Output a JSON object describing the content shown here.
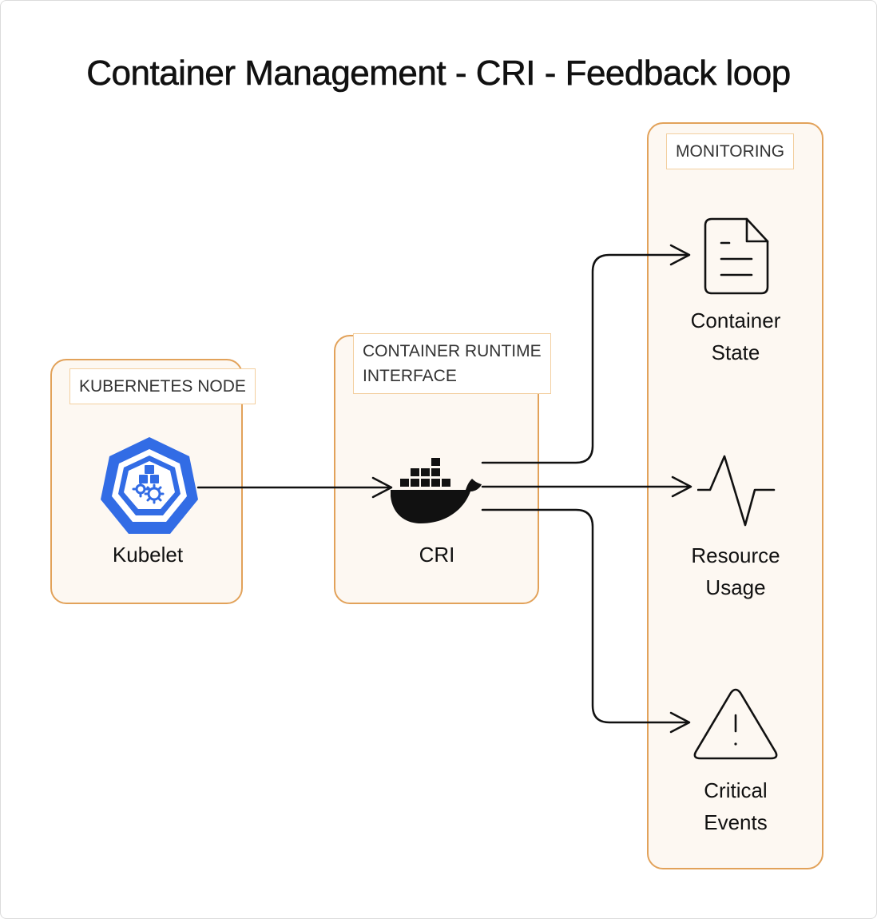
{
  "title": "Container Management - CRI - Feedback loop",
  "groups": {
    "kubernetes_node": {
      "label": "KUBERNETES NODE"
    },
    "cri": {
      "label_line1": "CONTAINER RUNTIME",
      "label_line2": "INTERFACE"
    },
    "monitoring": {
      "label": "MONITORING"
    }
  },
  "nodes": {
    "kubelet": {
      "label": "Kubelet",
      "icon": "kubernetes-kubelet-icon"
    },
    "cri": {
      "label": "CRI",
      "icon": "docker-whale-icon"
    },
    "container_state": {
      "label_line1": "Container",
      "label_line2": "State",
      "icon": "document-icon"
    },
    "resource_usage": {
      "label_line1": "Resource",
      "label_line2": "Usage",
      "icon": "pulse-icon"
    },
    "critical_events": {
      "label_line1": "Critical",
      "label_line2": "Events",
      "icon": "warning-triangle-icon"
    }
  },
  "colors": {
    "group_border": "#e2a25a",
    "group_fill": "#fdf8f2",
    "kubernetes_blue": "#326ce5",
    "docker_black": "#111111"
  }
}
